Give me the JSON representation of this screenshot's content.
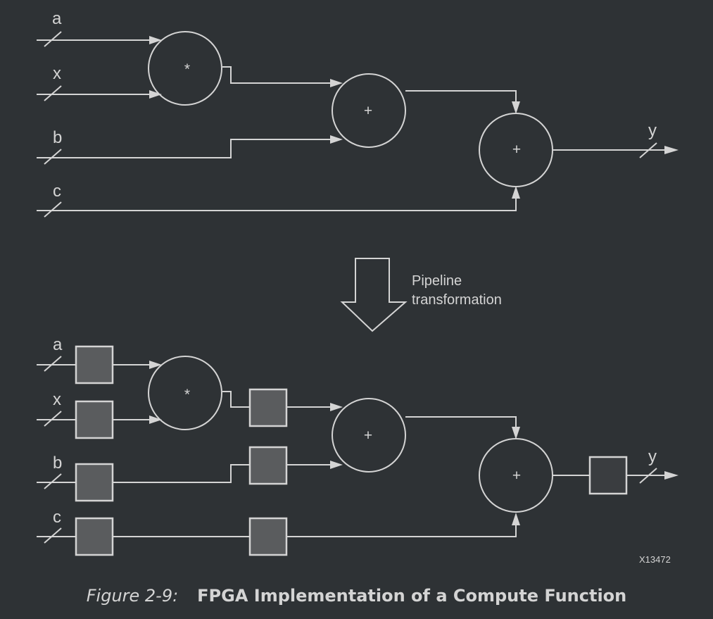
{
  "diagram": {
    "top": {
      "inputs": [
        "a",
        "x",
        "b",
        "c"
      ],
      "output": "y",
      "ops": {
        "mul": "*",
        "add1": "+",
        "add2": "+"
      }
    },
    "transformation_label": [
      "Pipeline",
      "transformation"
    ],
    "bottom": {
      "inputs": [
        "a",
        "x",
        "b",
        "c"
      ],
      "output": "y",
      "ops": {
        "mul": "*",
        "add1": "+",
        "add2": "+"
      }
    },
    "figure_id": "X13472"
  },
  "caption": {
    "number": "Figure 2-9:",
    "title": "FPGA Implementation of a Compute Function"
  }
}
